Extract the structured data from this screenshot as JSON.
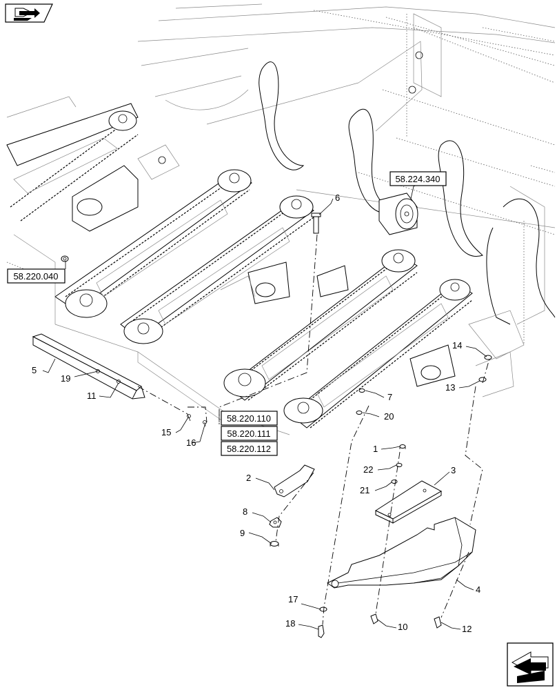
{
  "references": {
    "r_224_340": "58.224.340",
    "r_220_040": "58.220.040",
    "r_220_110": "58.220.110",
    "r_220_111": "58.220.111",
    "r_220_112": "58.220.112"
  },
  "callouts": {
    "c1": "1",
    "c2": "2",
    "c3": "3",
    "c4": "4",
    "c5": "5",
    "c6": "6",
    "c7": "7",
    "c8": "8",
    "c9": "9",
    "c10": "10",
    "c11": "11",
    "c12": "12",
    "c13": "13",
    "c14": "14",
    "c15": "15",
    "c16": "16",
    "c17": "17",
    "c18": "18",
    "c19": "19",
    "c20": "20",
    "c21": "21",
    "c22": "22"
  },
  "icons": {
    "top_left": "navigation-arrow-icon",
    "bottom_right": "orientation-arrow-icon"
  }
}
